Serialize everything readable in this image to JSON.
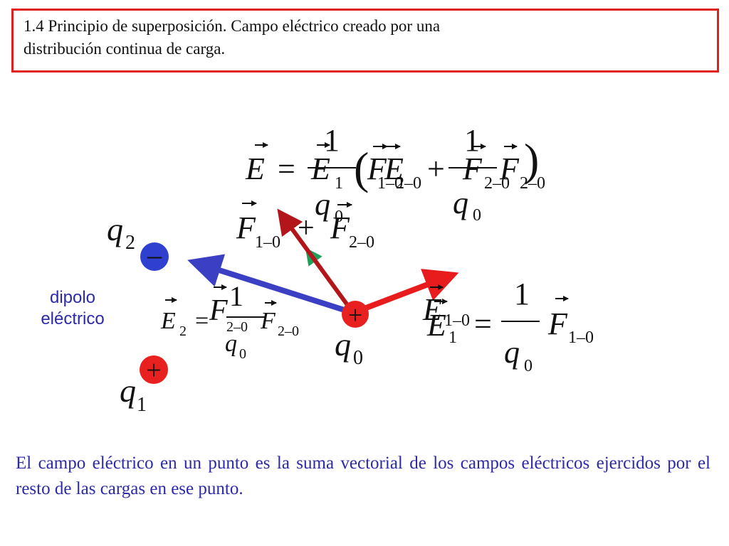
{
  "title": {
    "line1": "1.4 Principio de superposición. Campo eléctrico creado por una",
    "line2": "distribución continua de carga."
  },
  "diagram": {
    "dipole_label_line1": "dipolo",
    "dipole_label_line2": "eléctrico",
    "charge_q2_sign": "–",
    "charge_q1_sign": "+",
    "charge_q0_sign": "+",
    "q2": "q",
    "q2_sub": "2",
    "q1": "q",
    "q1_sub": "1",
    "q0": "q",
    "q0_sub": "0",
    "colors": {
      "blue_vector": "#3b3fc4",
      "red_vector": "#e81c1c",
      "green_vector": "#1fa05a",
      "dark_red_vector": "#b3161a",
      "negative_charge": "#2f3fcf",
      "positive_charge": "#e82020",
      "title_border": "#e0201b",
      "text_blue": "#2c2aa8"
    }
  },
  "equations": {
    "E": "E",
    "F": "F",
    "one": "1",
    "eq": "=",
    "plus": "+",
    "sub_1": "1",
    "sub_2": "2",
    "sub_10": "1–0",
    "sub_20": "2–0",
    "sub_0": "0",
    "lparen": "(",
    "rparen": ")"
  },
  "bottom": {
    "text": "El campo eléctrico en un punto es la suma vectorial de los campos eléctricos ejercidos por el resto de las cargas en ese punto."
  }
}
